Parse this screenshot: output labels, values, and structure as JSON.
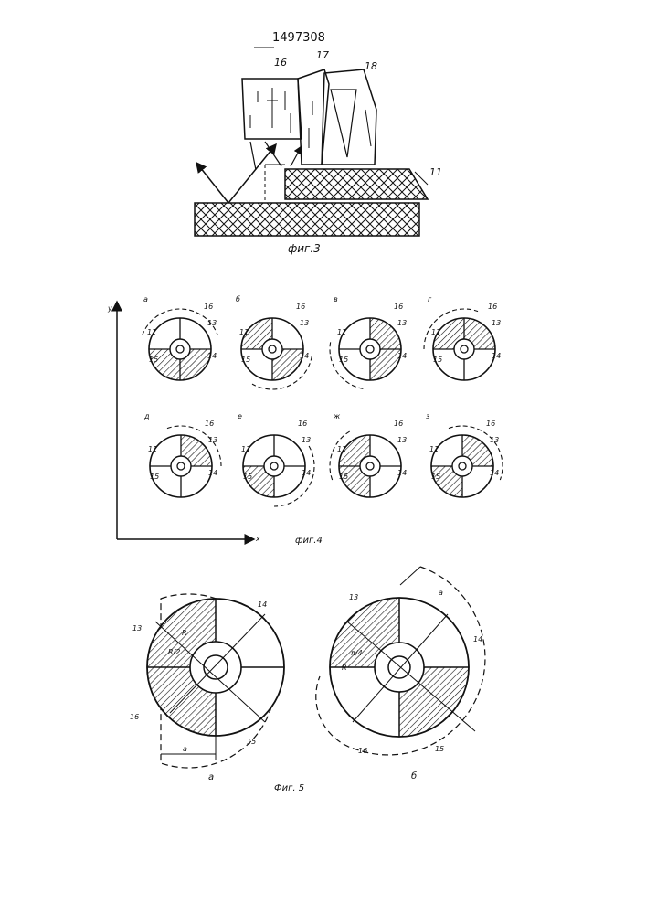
{
  "patent_number": "1497308",
  "fig3": {
    "caption": "фиг.3",
    "labels": {
      "l16": "16",
      "l17": "17",
      "l18": "18",
      "l11": "11"
    }
  },
  "fig4": {
    "caption": "фиг.4",
    "axis_y": "y",
    "axis_x": "x",
    "panels": [
      {
        "letter": "а",
        "numbers": [
          "11",
          "13",
          "14",
          "15",
          "16"
        ]
      },
      {
        "letter": "б",
        "numbers": [
          "11",
          "13",
          "14",
          "15",
          "16"
        ]
      },
      {
        "letter": "в",
        "numbers": [
          "11",
          "13",
          "14",
          "15",
          "16"
        ]
      },
      {
        "letter": "г",
        "numbers": [
          "11",
          "13",
          "14",
          "15",
          "16"
        ]
      },
      {
        "letter": "д",
        "numbers": [
          "11",
          "13",
          "14",
          "15",
          "16"
        ]
      },
      {
        "letter": "е",
        "numbers": [
          "11",
          "13",
          "14",
          "15",
          "16"
        ]
      },
      {
        "letter": "ж",
        "numbers": [
          "11",
          "13",
          "14",
          "15",
          "16"
        ]
      },
      {
        "letter": "з",
        "numbers": [
          "11",
          "13",
          "14",
          "15",
          "16"
        ]
      }
    ]
  },
  "fig5": {
    "caption": "Фиг. 5",
    "left": {
      "letter": "а",
      "l13": "13",
      "l14": "14",
      "l15": "15",
      "l16": "16",
      "dim_a": "a",
      "r": "R",
      "r_half": "R/2"
    },
    "right": {
      "letter": "б",
      "l13": "13",
      "l14": "14",
      "l15": "15",
      "l16": "16",
      "dim_a": "a",
      "pi4": "π/4",
      "r": "R"
    }
  }
}
